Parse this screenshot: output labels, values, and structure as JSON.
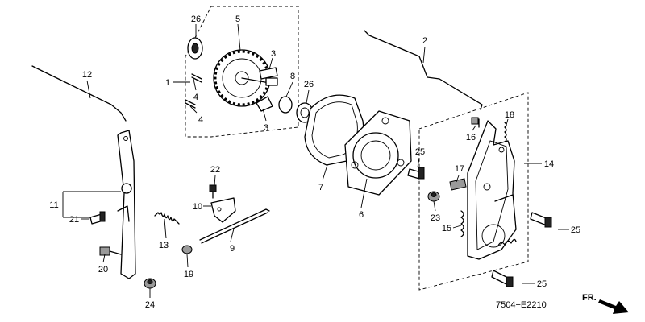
{
  "diagram": {
    "code": "7504−E2210",
    "direction_label": "FR.",
    "callouts": {
      "c1": "1",
      "c2": "2",
      "c3a": "3",
      "c3b": "3",
      "c4a": "4",
      "c4b": "4",
      "c5": "5",
      "c6": "6",
      "c7": "7",
      "c8": "8",
      "c9": "9",
      "c10": "10",
      "c11": "11",
      "c12": "12",
      "c13": "13",
      "c14": "14",
      "c15": "15",
      "c16": "16",
      "c17": "17",
      "c18": "18",
      "c19": "19",
      "c20": "20",
      "c21": "21",
      "c22": "22",
      "c23": "23",
      "c24": "24",
      "c25a": "25",
      "c25b": "25",
      "c25c": "25",
      "c26a": "26",
      "c26b": "26"
    }
  }
}
